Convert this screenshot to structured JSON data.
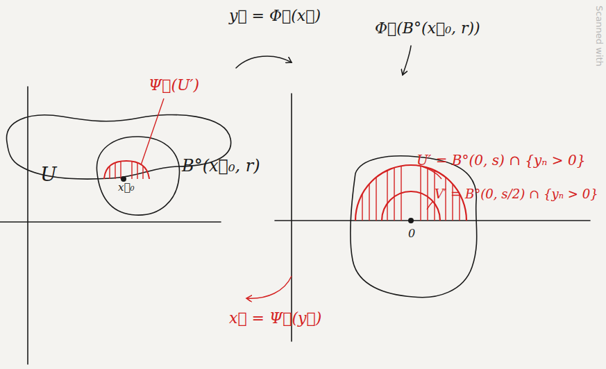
{
  "diagram": {
    "labels": [
      "y⃗ = Φ⃗(x⃗)",
      "Ψ⃗(U′)",
      "U",
      "x⃗₀",
      "B°(x⃗₀, r)",
      "Φ⃗(B°(x⃗₀, r))",
      "U′ = B°(0, s) ∩ {yₙ > 0}",
      "V′ = B°(0, s/2) ∩ {yₙ > 0}",
      "0",
      "x⃗ = Ψ⃗(y⃗)",
      "Scanned with"
    ]
  }
}
